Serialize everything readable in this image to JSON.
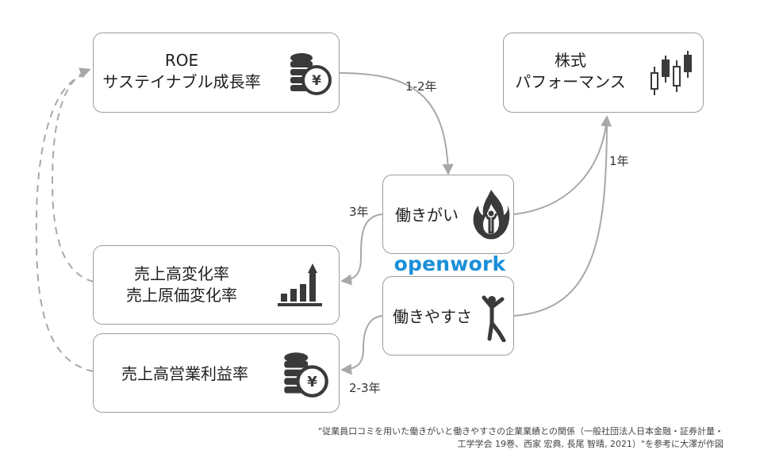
{
  "nodes": {
    "roe": {
      "lines": [
        "ROE",
        "サステイナブル成長率"
      ],
      "icon": "coin-yen-icon"
    },
    "stock": {
      "lines": [
        "株式",
        "パフォーマンス"
      ],
      "icon": "candlestick-chart-icon"
    },
    "hatarakigai": {
      "lines": [
        "働きがい"
      ],
      "icon": "fire-person-icon"
    },
    "hatarakiyasusa": {
      "lines": [
        "働きやすさ"
      ],
      "icon": "relaxed-person-icon"
    },
    "sales_change": {
      "lines": [
        "売上高変化率",
        "売上原価変化率"
      ],
      "icon": "bar-growth-icon"
    },
    "op_margin": {
      "lines": [
        "売上高営業利益率"
      ],
      "icon": "coin-yen-icon"
    }
  },
  "edges": {
    "roe_to_hatarakigai": "1-2年",
    "to_stock": "1年",
    "hatarakigai_to_sales": "3年",
    "yasusa_to_margin": "2-3年"
  },
  "logo": "openwork",
  "citation": [
    "\"従業員口コミを用いた働きがいと働きやすさの企業業績との関係（一般社団法人日本金融・証券計量・",
    "工学学会 19巻、西家 宏典, 長尾 智晴, 2021）\"を参考に大澤が作図"
  ],
  "colors": {
    "arrow": "#a8a8a8",
    "border": "#9c9c9c",
    "icon": "#3a3a3a",
    "logo": "#1a8fd8"
  }
}
